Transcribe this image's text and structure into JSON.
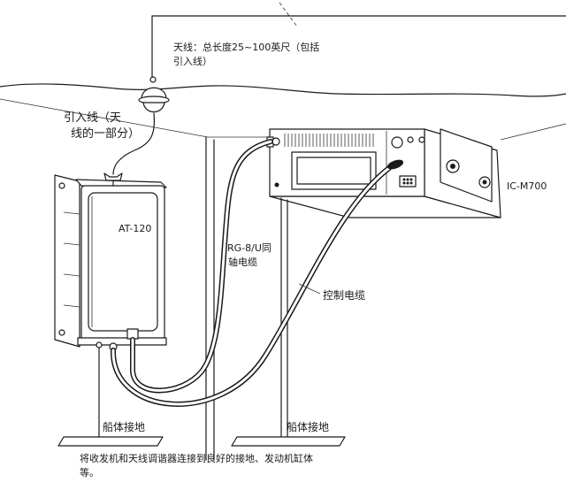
{
  "labels": {
    "antenna": [
      "天线：总长度25~100英尺（包括",
      "引入线）"
    ],
    "lead_in": [
      "引入线（天",
      "线的一部分）"
    ],
    "tuner": "AT-120",
    "coax": [
      "RG-8/U同",
      "轴电缆"
    ],
    "control_cable": "控制电缆",
    "transceiver": "IC-M700",
    "ground_left": "船体接地",
    "ground_right": "船体接地",
    "note": [
      "将收发机和天线调谐器连接到良好的接地、发动机缸体",
      "等。"
    ]
  }
}
